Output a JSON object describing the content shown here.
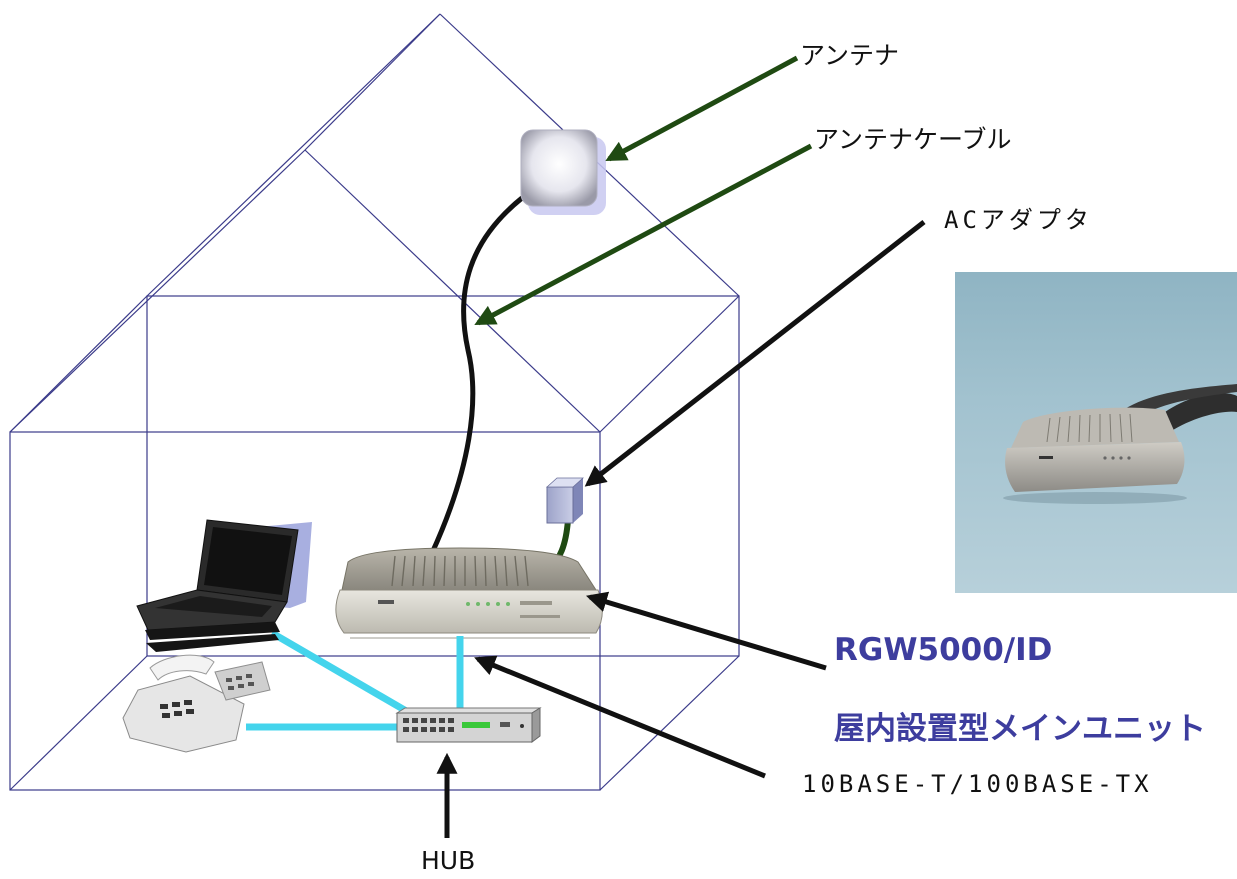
{
  "labels": {
    "antenna": "アンテナ",
    "antenna_cable": "アンテナケーブル",
    "ac_adapter": "ACアダプタ",
    "model": "RGW5000/ID",
    "unit_description": "屋内設置型メインユニット",
    "ethernet": "10BASE-T/100BASE-TX",
    "hub": "HUB"
  },
  "colors": {
    "house_outline": "#3b3b8a",
    "ethernet_cable": "#44d4ec",
    "callout_arrow_green": "#1f4a12",
    "callout_arrow_black": "#111111",
    "title_text": "#3d3d9e"
  },
  "icons": [
    "antenna-icon",
    "ac-adapter-icon",
    "router-icon",
    "laptop-icon",
    "telephone-icon",
    "hub-icon",
    "product-photo"
  ]
}
